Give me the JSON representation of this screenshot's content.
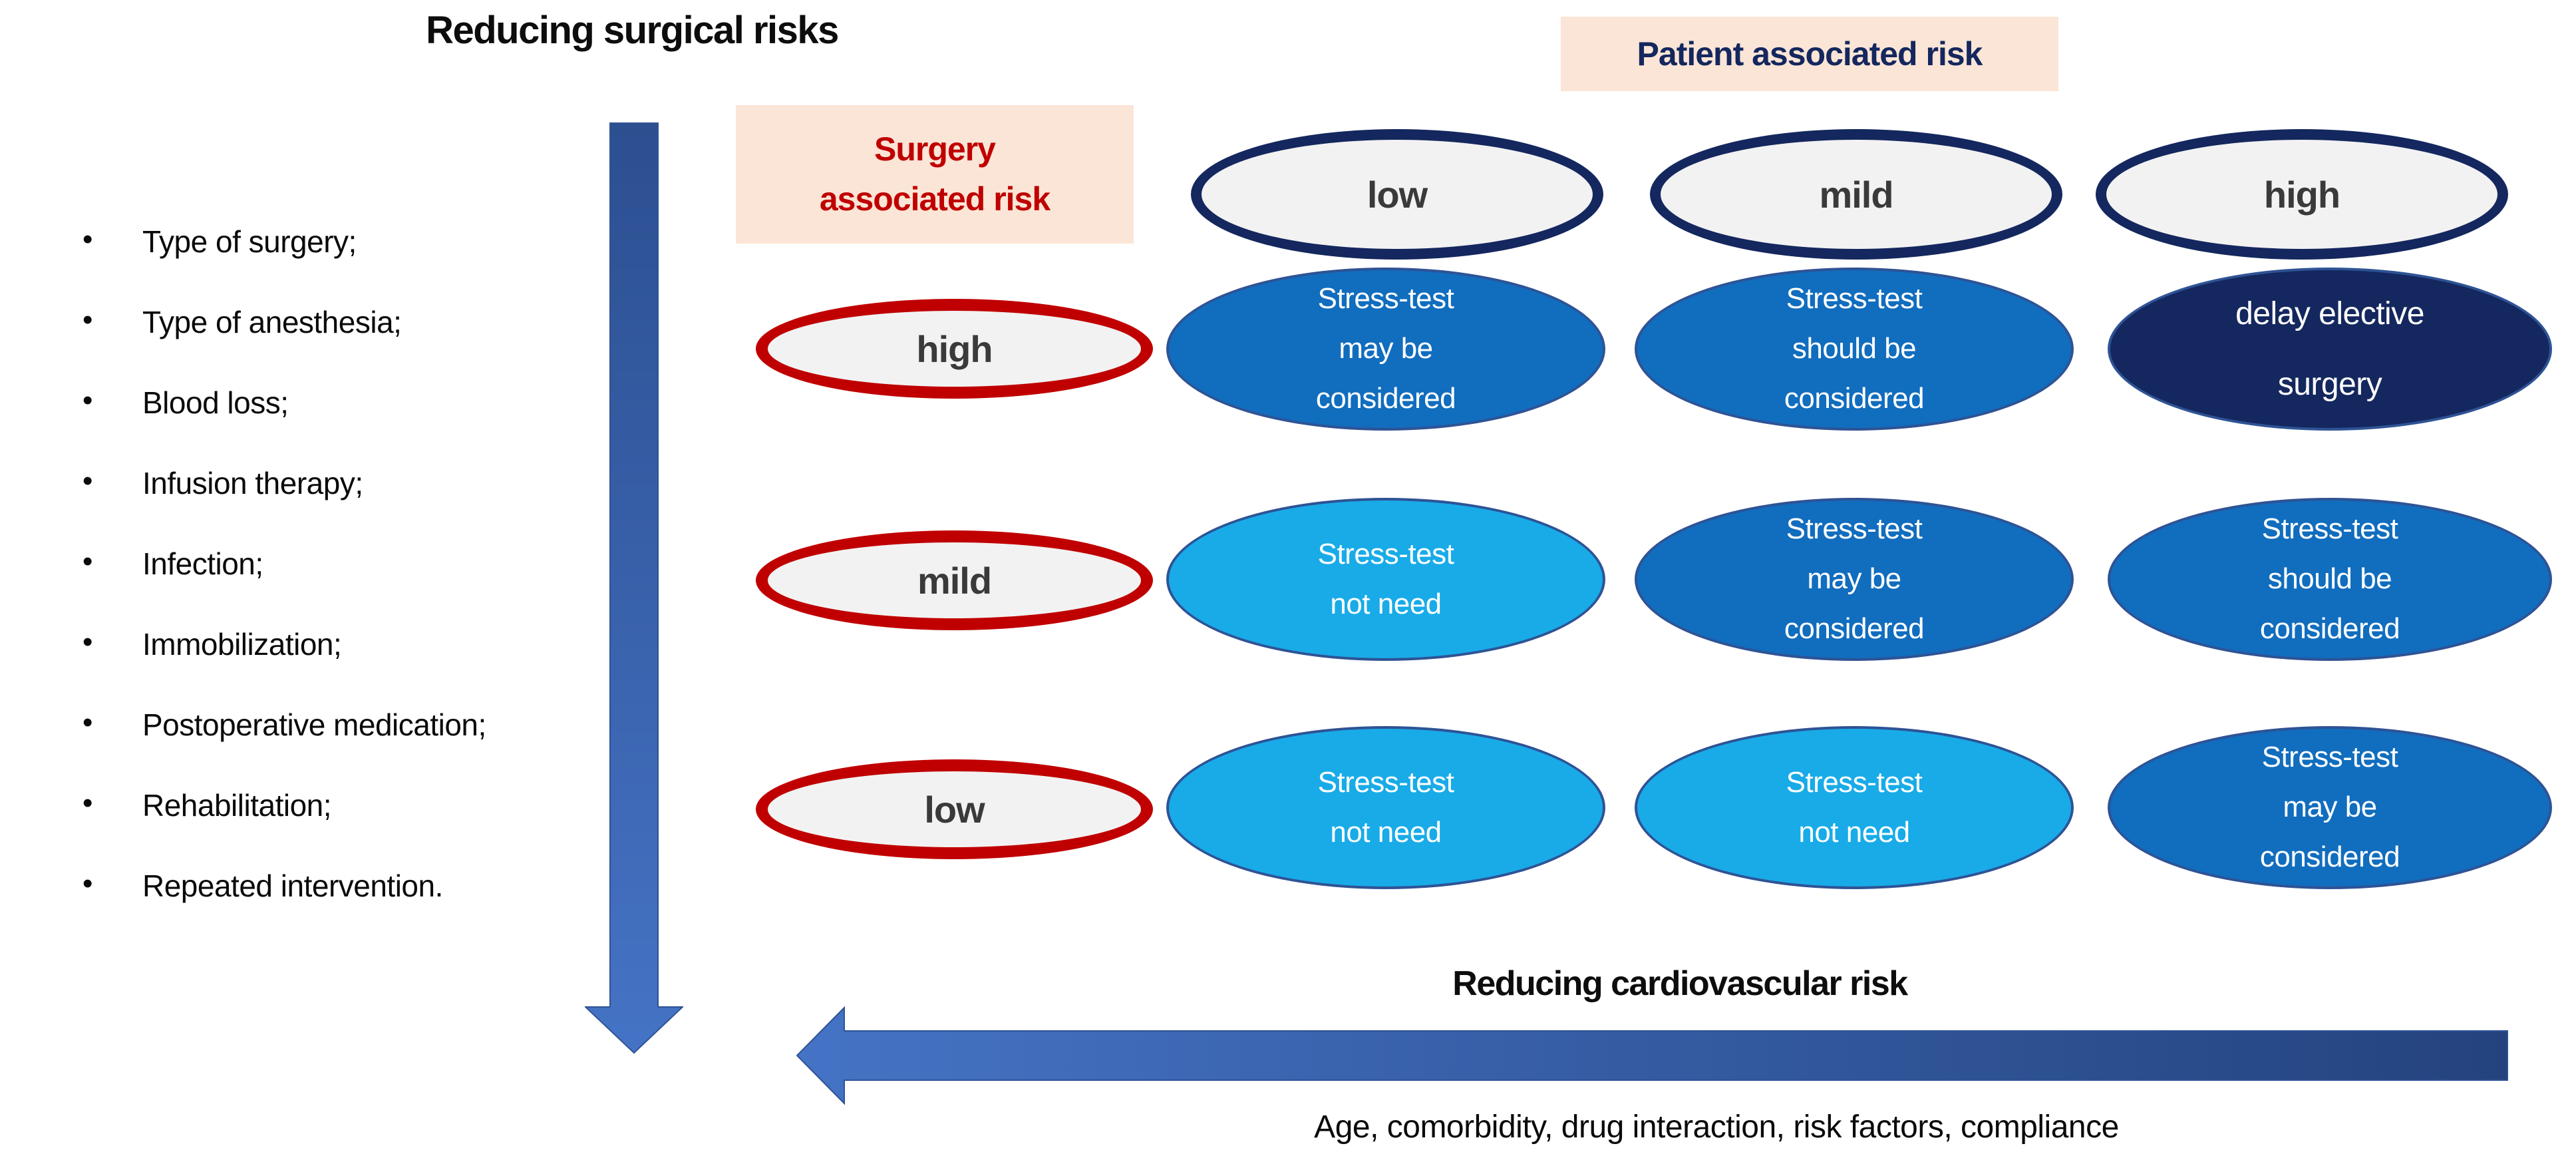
{
  "title": "Reducing surgical risks",
  "left_panel": {
    "bullets": [
      "Type of surgery;",
      "Type of anesthesia;",
      "Blood loss;",
      "Infusion therapy;",
      "Infection;",
      "Immobilization;",
      "Postoperative medication;",
      "Rehabilitation;",
      "Repeated intervention."
    ]
  },
  "matrix": {
    "patient_header": "Patient associated risk",
    "surgery_header": "Surgery\nassociated risk",
    "column_headers": [
      "low",
      "mild",
      "high"
    ],
    "rows": [
      {
        "label": "high",
        "cells": [
          {
            "text": "Stress-test\nmay be\nconsidered",
            "level": "medium"
          },
          {
            "text": "Stress-test\nshould be\nconsidered",
            "level": "medium"
          },
          {
            "text": "delay elective\nsurgery",
            "level": "dark"
          }
        ]
      },
      {
        "label": "mild",
        "cells": [
          {
            "text": "Stress-test\nnot need",
            "level": "light"
          },
          {
            "text": "Stress-test\nmay be\nconsidered",
            "level": "medium"
          },
          {
            "text": "Stress-test\nshould be\nconsidered",
            "level": "medium"
          }
        ]
      },
      {
        "label": "low",
        "cells": [
          {
            "text": "Stress-test\nnot need",
            "level": "light"
          },
          {
            "text": "Stress-test\nnot need",
            "level": "light"
          },
          {
            "text": "Stress-test\nmay be\nconsidered",
            "level": "medium"
          }
        ]
      }
    ]
  },
  "bottom": {
    "heading": "Reducing cardiovascular risk",
    "caption": "Age, comorbidity, drug interaction, risk factors, compliance"
  },
  "colors": {
    "light_blue_cell": "#18abe8",
    "medium_blue_cell": "#116dbe",
    "dark_navy_cell": "#14275e",
    "column_oval_border": "#14275e",
    "row_oval_border": "#c00000",
    "header_oval_fill": "#f2f2f2",
    "peach_box": "#fbe5d6",
    "red_text": "#c00000",
    "navy_text": "#14275e",
    "arrow_light": "#4573c5",
    "arrow_dark_top": "#2c4f90",
    "arrow_dark_right": "#24437e",
    "cell_border": "#2e5395"
  }
}
